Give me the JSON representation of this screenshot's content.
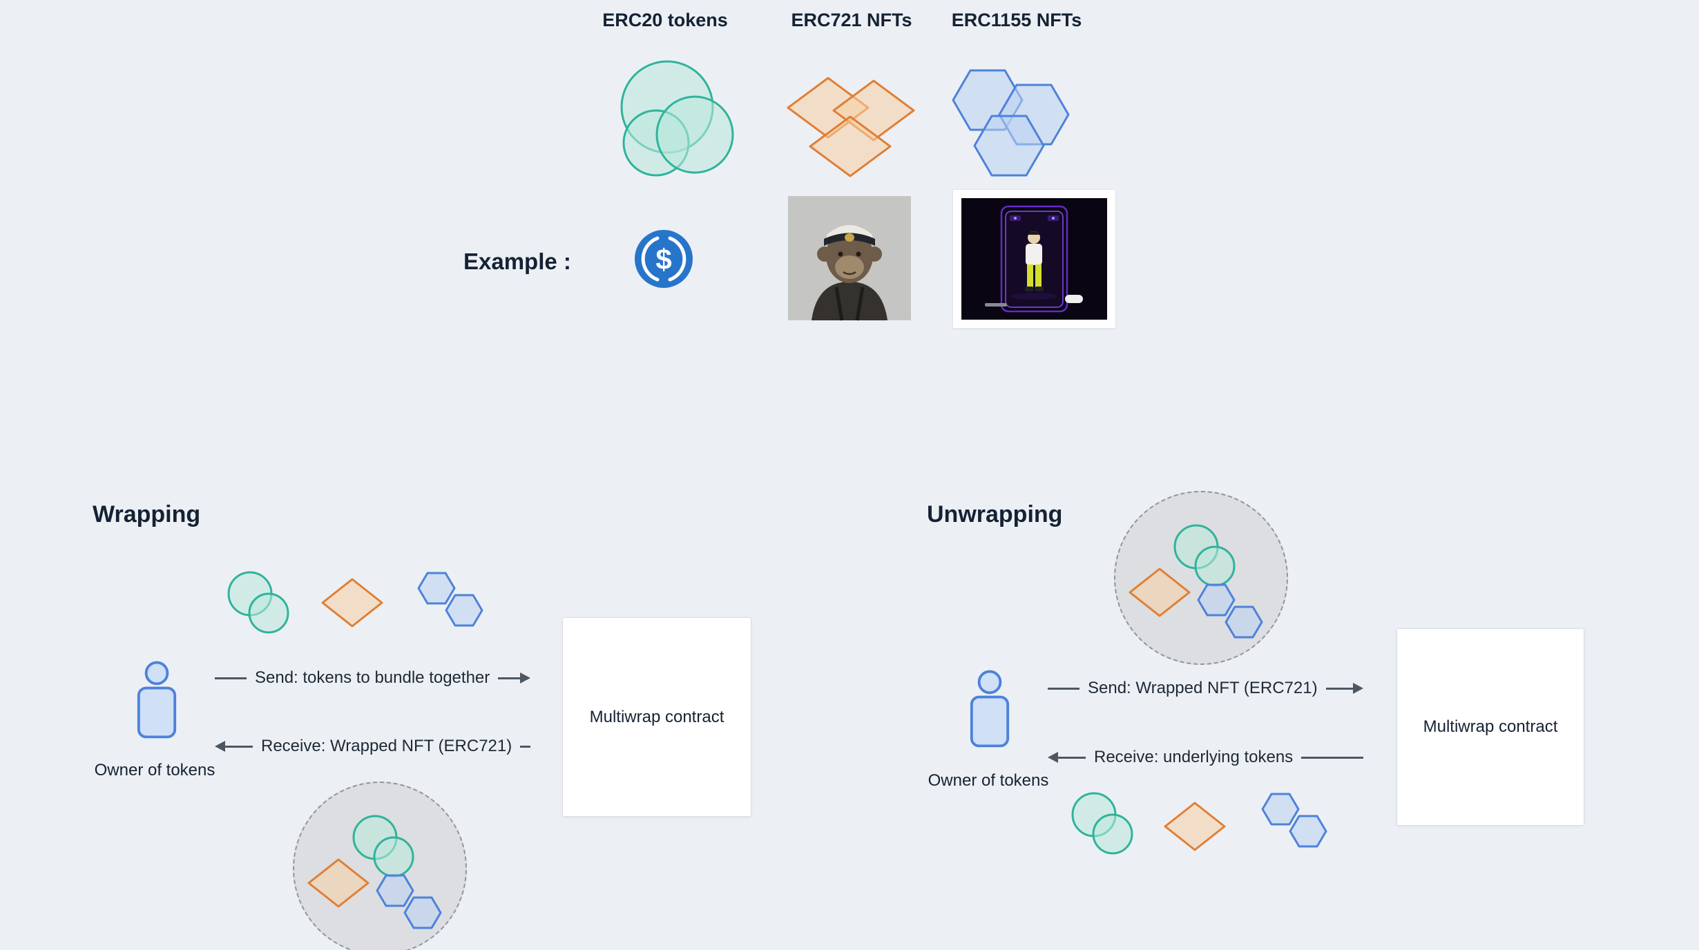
{
  "colors": {
    "background": "#ecf0f4",
    "heading_text": "#152234",
    "label_text": "#1e2936",
    "arrow": "#4d5761",
    "erc20_fill": "#b9e7da",
    "erc20_stroke": "#2fb39b",
    "erc721_fill": "#f8cfa4",
    "erc721_stroke": "#e07f35",
    "erc1155_fill": "#bcd2f2",
    "erc1155_stroke": "#4d82da",
    "usdc_blue": "#2775ca",
    "person_fill": "#cfe0f7",
    "person_stroke": "#4d82da",
    "bundle_fill": "#dcdee1",
    "bundle_border": "#8f969e",
    "contract_bg": "#ffffff",
    "contract_border": "#d9dee3"
  },
  "token_columns": [
    {
      "id": "erc20",
      "label": "ERC20 tokens",
      "icon": "teal-circles-cluster"
    },
    {
      "id": "erc721",
      "label": "ERC721 NFTs",
      "icon": "orange-diamonds-cluster"
    },
    {
      "id": "erc1155",
      "label": "ERC1155 NFTs",
      "icon": "blue-hexagons-cluster"
    }
  ],
  "example": {
    "label": "Example :",
    "items": [
      "usdc-dollar-coin",
      "bored-ape-nft-image",
      "edition-nft-card-image"
    ]
  },
  "wrapping": {
    "title": "Wrapping",
    "owner_label": "Owner of tokens",
    "send_label": "Send: tokens to bundle together",
    "receive_label": "Receive: Wrapped NFT (ERC721)",
    "contract_label": "Multiwrap contract",
    "icons": [
      "erc20-pair",
      "erc721-diamond",
      "erc1155-pair",
      "person-figure",
      "dashed-circle-bundle"
    ]
  },
  "unwrapping": {
    "title": "Unwrapping",
    "owner_label": "Owner of tokens",
    "send_label": "Send: Wrapped NFT (ERC721)",
    "receive_label": "Receive: underlying tokens",
    "contract_label": "Multiwrap contract",
    "icons": [
      "dashed-circle-bundle",
      "person-figure",
      "erc20-pair",
      "erc721-diamond",
      "erc1155-pair"
    ]
  }
}
